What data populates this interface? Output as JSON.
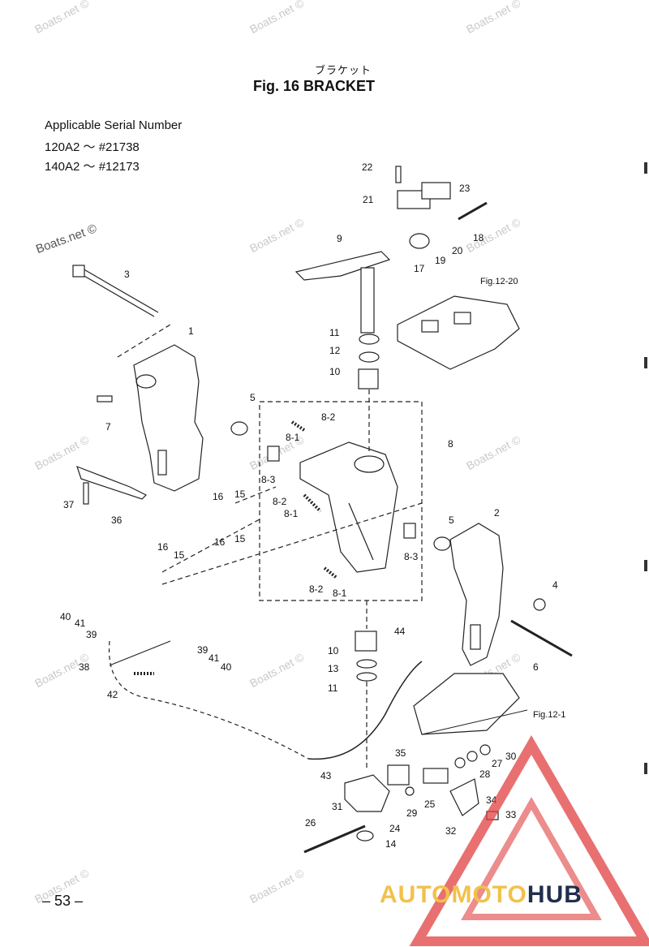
{
  "header": {
    "title_jp": "ブラケット",
    "title": "Fig. 16    BRACKET"
  },
  "serial": {
    "heading": "Applicable Serial Number",
    "line1": "120A2    ～ #21738",
    "line2": "140A2    ～ #12173"
  },
  "page_number": "– 53 –",
  "watermark": "Boats.net ©",
  "refs": {
    "fig12_20": "Fig.12-20",
    "fig12_1": "Fig.12-1"
  },
  "part_labels": {
    "p1": "1",
    "p2": "2",
    "p3": "3",
    "p4": "4",
    "p5a": "5",
    "p5b": "5",
    "p6": "6",
    "p7": "7",
    "p8": "8",
    "p8_1a": "8-1",
    "p8_1b": "8-1",
    "p8_1c": "8-1",
    "p8_2a": "8-2",
    "p8_2b": "8-2",
    "p8_2c": "8-2",
    "p8_3a": "8-3",
    "p8_3b": "8-3",
    "p9": "9",
    "p10a": "10",
    "p10b": "10",
    "p11a": "11",
    "p11b": "11",
    "p12": "12",
    "p13": "13",
    "p14": "14",
    "p15a": "15",
    "p15b": "15",
    "p15c": "15",
    "p16a": "16",
    "p16b": "16",
    "p16c": "16",
    "p17": "17",
    "p18": "18",
    "p19": "19",
    "p20": "20",
    "p21": "21",
    "p22": "22",
    "p23": "23",
    "p24": "24",
    "p25": "25",
    "p26": "26",
    "p27": "27",
    "p28": "28",
    "p29": "29",
    "p30": "30",
    "p31": "31",
    "p32": "32",
    "p33": "33",
    "p34": "34",
    "p35": "35",
    "p36": "36",
    "p37": "37",
    "p38": "38",
    "p39a": "39",
    "p39b": "39",
    "p40a": "40",
    "p40b": "40",
    "p41a": "41",
    "p41b": "41",
    "p42": "42",
    "p43": "43",
    "p44": "44"
  },
  "logo": {
    "part1": "AUTO",
    "part2": "MOTO",
    "part3": "HUB",
    "colors": {
      "yellow": "#f2c14a",
      "navy": "#1f2f4d",
      "red": "#e04040"
    }
  }
}
